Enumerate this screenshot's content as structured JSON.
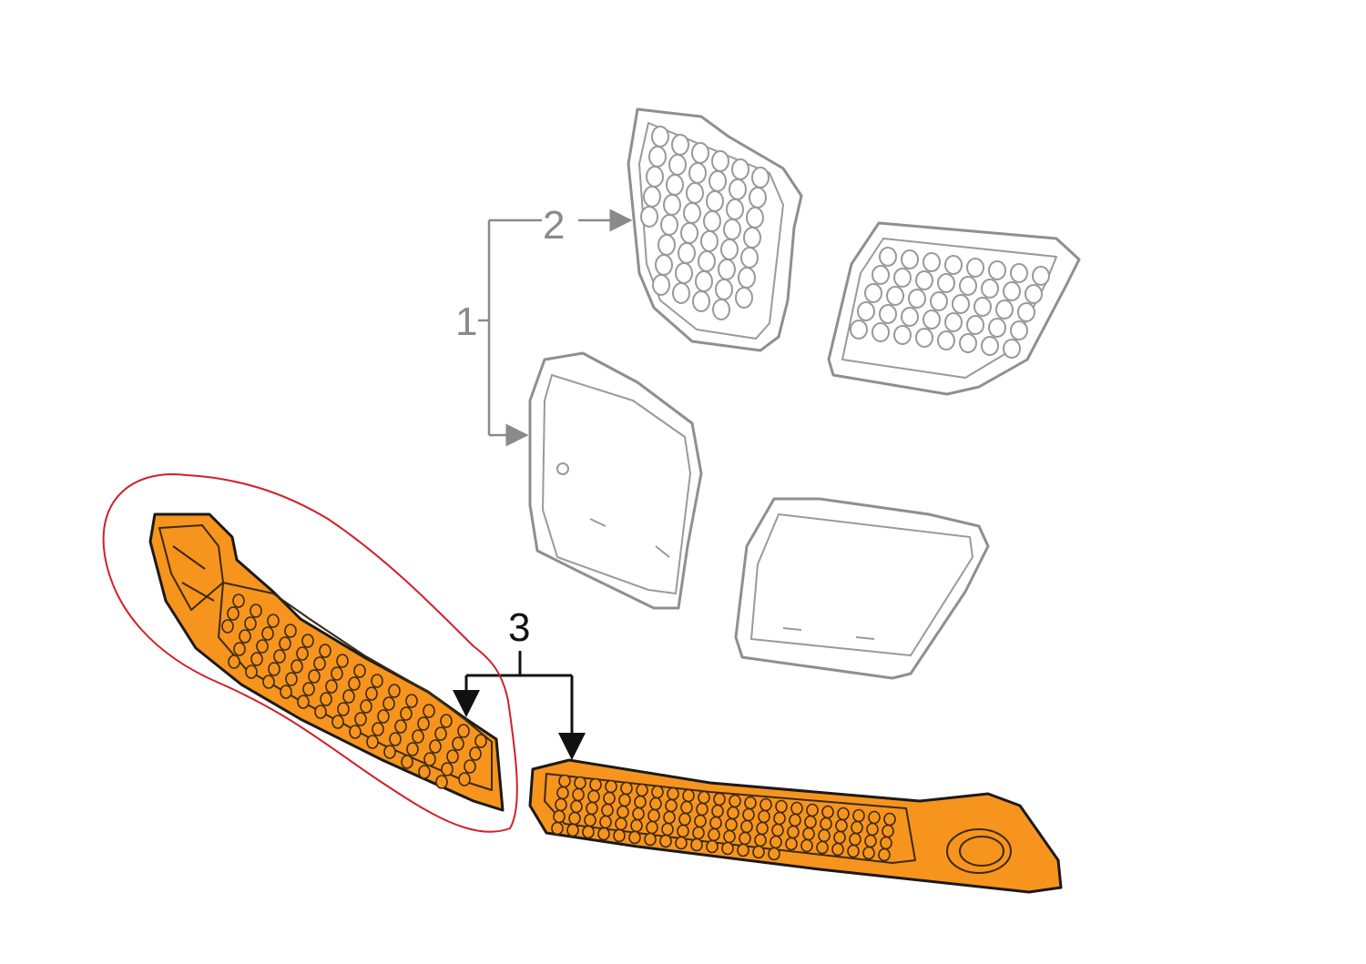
{
  "callouts": {
    "one": "1",
    "two": "2",
    "three": "3"
  },
  "colors": {
    "highlight_part": "#f7941d",
    "reference_parts": "#8f8f8f",
    "circle_marker": "#d0202a",
    "leader_lines": "#111111"
  }
}
